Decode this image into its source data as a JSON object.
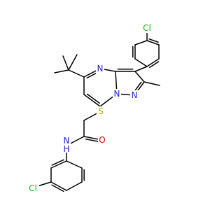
{
  "colors": {
    "background": "#ffffff",
    "bond": "#000000",
    "carbon": "#000000",
    "nitrogen": "#2222dd",
    "oxygen": "#dd0000",
    "sulfur": "#c8a000",
    "chlorine": "#22aa22"
  },
  "atom_labels": {
    "cl_top": "Cl",
    "n_pyrimidine": "N",
    "n_bridge": "N",
    "n_pyrazole": "N",
    "s_thioether": "S",
    "o_carbonyl": "O",
    "nh_amide": "N",
    "h_amide": "H",
    "cl_bottom": "Cl"
  }
}
